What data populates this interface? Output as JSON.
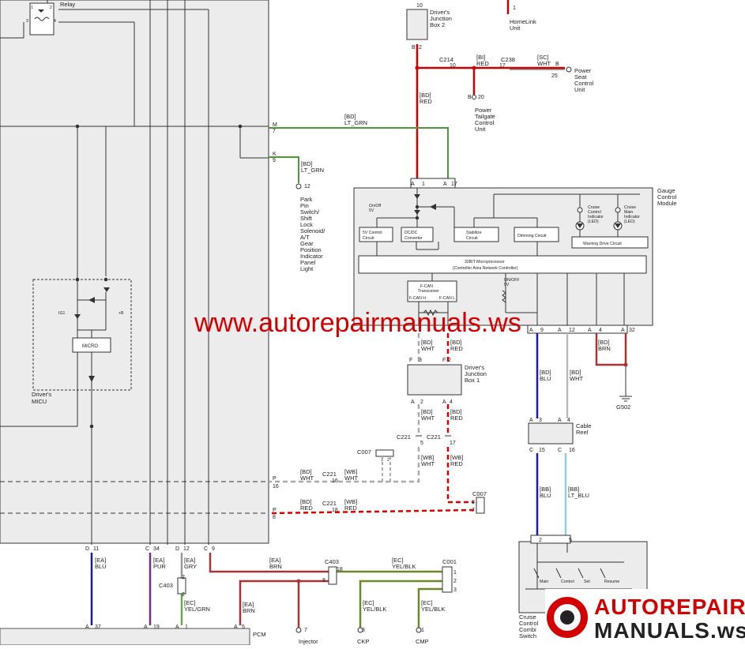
{
  "relay": {
    "label": "Relay",
    "pins": [
      "1",
      "2",
      "3",
      "4"
    ]
  },
  "left_panel": {
    "micu_label": [
      "Driver's",
      "MICU"
    ],
    "micro_label": "MICRO",
    "ig1": "IG1",
    "plus_b": "+B"
  },
  "connectors_left": [
    {
      "conn": "M",
      "pin": "7"
    },
    {
      "conn": "K",
      "pin": "9"
    },
    {
      "conn": "P",
      "pin": "16"
    },
    {
      "conn": "P",
      "pin": "8"
    }
  ],
  "bottom_connectors": [
    {
      "conn": "D",
      "pin": "11"
    },
    {
      "conn": "C",
      "pin": "34"
    },
    {
      "conn": "D",
      "pin": "12"
    },
    {
      "conn": "C",
      "pin": "9"
    }
  ],
  "djb2": {
    "label": [
      "Driver's",
      "Junction",
      "Box 2"
    ],
    "pin_top": "10",
    "conn_bot": "B",
    "pin_bot": "2"
  },
  "homelink": {
    "pin": "1",
    "label": [
      "HomeLink",
      "Unit"
    ]
  },
  "c214": {
    "name": "C214",
    "pin": "10"
  },
  "c238": {
    "name": "C238",
    "pin": "17"
  },
  "pseat": {
    "conn": "B",
    "pin": "25",
    "label": [
      "Power",
      "Seat",
      "Control",
      "Unit"
    ]
  },
  "ptail": {
    "conn": "B",
    "pin": "20",
    "label": [
      "Power",
      "Tailgate",
      "Control",
      "Unit"
    ]
  },
  "wires": {
    "bd_red": [
      "[BD]",
      "RED"
    ],
    "bi_red": [
      "[BI]",
      "RED"
    ],
    "sc_wht": [
      "[SC]",
      "WHT"
    ],
    "bd_lt_grn": [
      "[BD]",
      "LT_GRN"
    ],
    "bd_lt_grn2": [
      "[BD]",
      "LT_GRN"
    ],
    "bd_wht": [
      "[BD]",
      "WHT"
    ],
    "bd_red2": [
      "[BD]",
      "RED"
    ],
    "bd_wht2": [
      "[BD]",
      "WHT"
    ],
    "bd_red3": [
      "[BD]",
      "RED"
    ],
    "wb_wht": [
      "[WB]",
      "WHT"
    ],
    "wb_red": [
      "[WB]",
      "RED"
    ],
    "bd_wht_h": [
      "[BD]",
      "WHT"
    ],
    "wb_wht_h": [
      "[WB]",
      "WHT"
    ],
    "bd_red_h": [
      "[BD]",
      "RED"
    ],
    "wb_red_h": [
      "[WB]",
      "RED"
    ],
    "bd_blu": [
      "[BD]",
      "BLU"
    ],
    "bd_wht3": [
      "[BD]",
      "WHT"
    ],
    "bd_brn": [
      "[BD]",
      "BRN"
    ],
    "bb_blu": [
      "[BB]",
      "BLU"
    ],
    "bb_lt_blu": [
      "[BB]",
      "LT_BLU"
    ],
    "ea_blu": [
      "[EA]",
      "BLU"
    ],
    "ea_pur": [
      "[EA]",
      "PUR"
    ],
    "ea_gry": [
      "[EA]",
      "GRY"
    ],
    "ea_brn": [
      "[EA]",
      "BRN"
    ],
    "ea_brn2": [
      "[EA]",
      "BRN"
    ],
    "ec_yel_blk": [
      "[EC]",
      "YEL/BLK"
    ],
    "ec_yel_grn": [
      "[EC]",
      "YEL/GRN"
    ],
    "ec_yel_blk2": [
      "[EC]",
      "YEL/BLK"
    ],
    "ec_yel_blk3": [
      "[EC]",
      "YEL/BLK"
    ]
  },
  "park_pin": {
    "pin": "12",
    "label": [
      "Park",
      "Pin",
      "Switch/",
      "Shift",
      "Lock",
      "Solenoid/",
      "A/T",
      "Gear",
      "Position",
      "Indicator",
      "Panel",
      "Light"
    ]
  },
  "gauge": {
    "label": [
      "Gauge",
      "Control",
      "Module"
    ],
    "pins_top": [
      {
        "conn": "A",
        "pin": "1"
      },
      {
        "conn": "A",
        "pin": "17"
      }
    ],
    "pins_bot": [
      {
        "conn": "A",
        "pin": "9"
      },
      {
        "conn": "A",
        "pin": "12"
      },
      {
        "conn": "A",
        "pin": "4"
      },
      {
        "conn": "A",
        "pin": "32"
      }
    ],
    "onoff_5v": [
      "On/Off",
      "5V"
    ],
    "fivev_ctrl": [
      "5V Control",
      "Circuit"
    ],
    "dcdc": [
      "DC/DC",
      "Converter"
    ],
    "stabilize": [
      "Stabilize",
      "Circuit"
    ],
    "dimming": "Dimming Circuit",
    "cruise_ctrl": [
      "Cruise",
      "Control",
      "Indicator",
      "(LED)"
    ],
    "cruise_main": [
      "Cruise",
      "Main",
      "Indicator",
      "(LED)"
    ],
    "warning": "Warning Drive Circuit",
    "micro": [
      "32BIT Microprocessor",
      "(Controller Area Network Controller)"
    ],
    "fcan": [
      "F-CAN",
      "Transceiver"
    ],
    "fcan_h": "F-CAN H",
    "fcan_l": "F-CAN L",
    "onoff_5v2": [
      "ON/OFF",
      "5V"
    ]
  },
  "djb1": {
    "label": [
      "Driver's",
      "Junction",
      "Box 1"
    ],
    "top": [
      {
        "conn": "F",
        "pin": "3"
      },
      {
        "conn": "F",
        "pin": "2"
      }
    ],
    "bot": [
      {
        "conn": "A",
        "pin": "2"
      },
      {
        "conn": "A",
        "pin": "4"
      }
    ]
  },
  "c221": [
    {
      "name": "C221",
      "pin": "5"
    },
    {
      "name": "C221",
      "pin": "17"
    },
    {
      "name": "C221",
      "pin": "16"
    },
    {
      "name": "C221",
      "pin": "18"
    }
  ],
  "c007_top": {
    "name": "C007",
    "pins": [
      "1",
      "2"
    ]
  },
  "c007_r": {
    "name": "C007",
    "pins": [
      "8",
      "7"
    ]
  },
  "cable_reel": {
    "label": [
      "Cable",
      "Reel"
    ],
    "top": [
      {
        "conn": "A",
        "pin": "3"
      },
      {
        "conn": "A",
        "pin": "4"
      }
    ],
    "bot": [
      {
        "conn": "C",
        "pin": "15"
      },
      {
        "conn": "C",
        "pin": "16"
      }
    ]
  },
  "g502": "G502",
  "cruise_switch": {
    "pins": [
      "2",
      "5"
    ],
    "labels": [
      "Main",
      "Control",
      "Set",
      "Resume"
    ],
    "title": [
      "Cruise",
      "Control",
      "Combi",
      "Switch"
    ]
  },
  "c403": [
    {
      "name": "C403",
      "pin": "18"
    },
    {
      "name": "C403",
      "pin": "8"
    },
    {
      "name": "C403",
      "pin": "2"
    }
  ],
  "c001": {
    "name": "C001",
    "pins": [
      "1",
      "2",
      "3"
    ]
  },
  "pcm": {
    "label": "PCM",
    "pins": [
      {
        "conn": "A",
        "pin": "37"
      },
      {
        "conn": "A",
        "pin": "19"
      },
      {
        "conn": "A",
        "pin": "1"
      },
      {
        "conn": "A",
        "pin": "5"
      }
    ]
  },
  "bottom_units": [
    {
      "pin": "7",
      "label": "Injector"
    },
    {
      "pin": "3",
      "label": "CKP"
    },
    {
      "pin": "1",
      "label": "CMP"
    }
  ],
  "watermark": "www.autorepairmanuals.ws",
  "logo": {
    "line1": "AUTOREPAIR",
    "line2": "MANUALS.ws"
  }
}
